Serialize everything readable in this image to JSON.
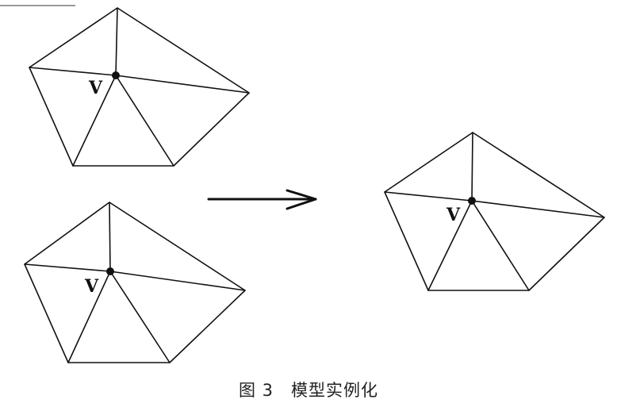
{
  "diagram": {
    "caption_number": "图 3",
    "caption_text": "模型实例化",
    "vertex_label": "V",
    "colors": {
      "stroke": "#111111",
      "background": "#ffffff"
    }
  }
}
